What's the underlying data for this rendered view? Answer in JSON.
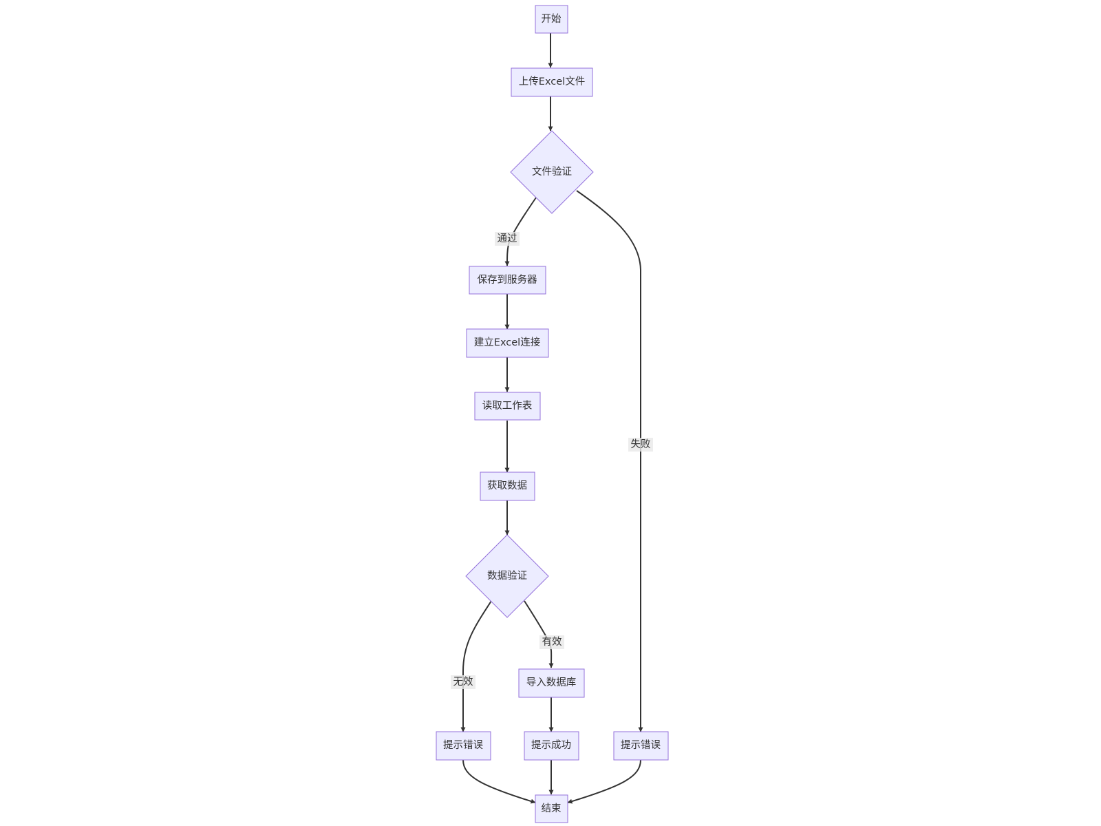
{
  "flowchart": {
    "nodes": {
      "start": "开始",
      "upload": "上传Excel文件",
      "file_check": "文件验证",
      "save": "保存到服务器",
      "connect": "建立Excel连接",
      "read_sheet": "读取工作表",
      "get_data": "获取数据",
      "data_check": "数据验证",
      "import_db": "导入数据库",
      "error_invalid": "提示错误",
      "success": "提示成功",
      "error_file": "提示错误",
      "end": "结束"
    },
    "edge_labels": {
      "pass": "通过",
      "fail": "失败",
      "valid": "有效",
      "invalid": "无效"
    },
    "colors": {
      "node_fill": "#ececff",
      "node_stroke": "#9370db",
      "edge": "#333333",
      "text": "#333333",
      "label_bg": "#e8e8e8"
    }
  }
}
